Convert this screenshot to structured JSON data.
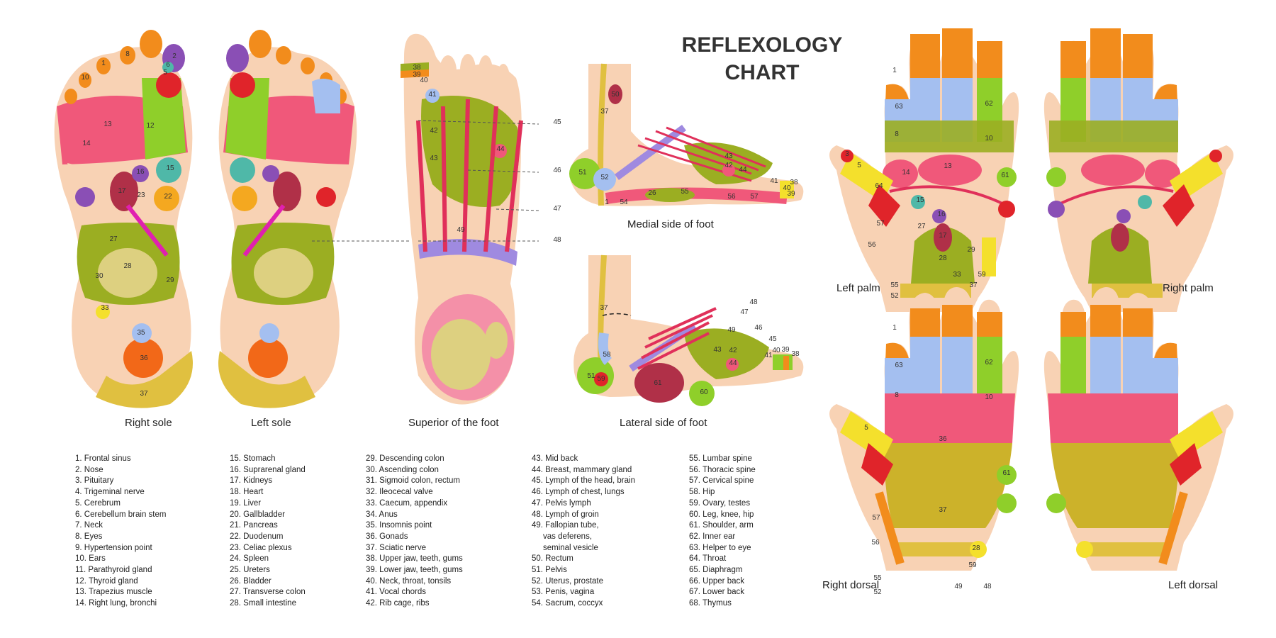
{
  "title": {
    "line1": "REFLEXOLOGY",
    "line2": "CHART"
  },
  "captions": {
    "right_sole": "Right sole",
    "left_sole": "Left sole",
    "superior": "Superior of the foot",
    "medial": "Medial side of foot",
    "lateral": "Lateral side of foot",
    "left_palm": "Left palm",
    "right_palm": "Right palm",
    "right_dorsal": "Right dorsal",
    "left_dorsal": "Left dorsal"
  },
  "legend": [
    [
      "1. Frontal sinus",
      "2. Nose",
      "3. Pituitary",
      "4. Trigeminal nerve",
      "5. Cerebrum",
      "6. Cerebellum brain stem",
      "7. Neck",
      "8. Eyes",
      "9. Hypertension point",
      "10. Ears",
      "11. Parathyroid gland",
      "12. Thyroid gland",
      "13. Trapezius muscle",
      "14. Right lung, bronchi"
    ],
    [
      "15. Stomach",
      "16. Suprarenal gland",
      "17. Kidneys",
      "18. Heart",
      "19. Liver",
      "20. Gallbladder",
      "21. Pancreas",
      "22. Duodenum",
      "23. Celiac plexus",
      "24. Spleen",
      "25. Ureters",
      "26. Bladder",
      "27. Transverse colon",
      "28. Small intestine"
    ],
    [
      "29. Descending colon",
      "30. Ascending colon",
      "31. Sigmoid colon, rectum",
      "32. Ileocecal valve",
      "33. Caecum, appendix",
      "34. Anus",
      "35. Insomnis point",
      "36. Gonads",
      "37. Sciatic nerve",
      "38. Upper jaw, teeth, gums",
      "39. Lower jaw, teeth, gums",
      "40. Neck, throat, tonsils",
      "41. Vocal chords",
      "42. Rib cage, ribs"
    ],
    [
      "43. Mid back",
      "44. Breast, mammary gland",
      "45. Lymph of the head, brain",
      "46. Lymph of chest, lungs",
      "47. Pelvis lymph",
      "48. Lymph of groin",
      "49. Fallopian tube,",
      "     vas deferens,",
      "     seminal vesicle",
      "50. Rectum",
      "51. Pelvis",
      "52. Uterus, prostate",
      "53. Penis, vagina",
      "54. Sacrum, coccyx"
    ],
    [
      "55. Lumbar spine",
      "56. Thoracic spine",
      "57. Cervical spine",
      "58. Hip",
      "59. Ovary, testes",
      "60. Leg, knee, hip",
      "61. Shoulder, arm",
      "62. Inner ear",
      "63. Helper to eye",
      "64. Throat",
      "65. Diaphragm",
      "66. Upper back",
      "67. Lower back",
      "68. Thymus"
    ]
  ],
  "zones": {
    "sole": [
      "1",
      "2",
      "5",
      "6",
      "8",
      "10",
      "12",
      "13",
      "14",
      "15",
      "16",
      "17",
      "23",
      "22",
      "27",
      "28",
      "29",
      "30",
      "33",
      "35",
      "36",
      "37"
    ],
    "superior": [
      "38",
      "39",
      "40",
      "41",
      "42",
      "43",
      "44",
      "45",
      "46",
      "47",
      "48",
      "49"
    ],
    "medial": [
      "50",
      "37",
      "52",
      "51",
      "1",
      "54",
      "26",
      "55",
      "56",
      "57",
      "43",
      "42",
      "44",
      "41",
      "38",
      "39",
      "40"
    ],
    "lateral": [
      "37",
      "58",
      "51",
      "59",
      "60",
      "61",
      "43",
      "42",
      "44",
      "41",
      "40",
      "39",
      "38",
      "45",
      "46",
      "47",
      "48",
      "49"
    ],
    "palm": [
      "1",
      "63",
      "62",
      "8",
      "10",
      "3",
      "5",
      "14",
      "13",
      "61",
      "64",
      "15",
      "16",
      "17",
      "27",
      "28",
      "29",
      "57",
      "56",
      "55",
      "52",
      "37",
      "33",
      "59"
    ],
    "dorsal": [
      "1",
      "63",
      "62",
      "8",
      "10",
      "5",
      "36",
      "37",
      "61",
      "57",
      "56",
      "55",
      "52",
      "48",
      "49",
      "59",
      "28"
    ]
  },
  "colors": {
    "skin": "#f8d2b4",
    "orange": "#f28c1c",
    "blue": "#a4bff0",
    "green": "#8fcf2a",
    "olive": "#9bae22",
    "pink": "#f0587a",
    "red": "#e0242a",
    "yellow": "#f4e02c",
    "mustard": "#e0c040",
    "purple": "#8a4fb5",
    "teal": "#4fb8a8",
    "magenta": "#e020b0",
    "peach_pink": "#f490a8"
  }
}
